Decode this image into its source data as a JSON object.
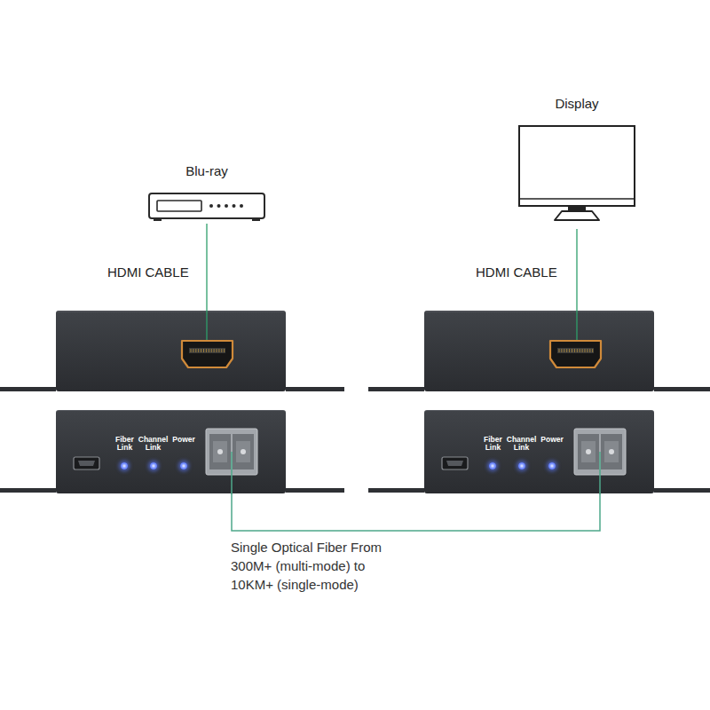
{
  "diagram": {
    "nodes": [
      {
        "text": [
          "Blu-ray"
        ]
      },
      {
        "text": [
          "Display"
        ]
      },
      {
        "text": [
          "Fiber Link",
          "Channel Link",
          "Power"
        ]
      },
      {
        "text": [
          "Fiber Link",
          "Channel Link",
          "Power"
        ]
      }
    ],
    "edges": [
      {
        "from": 2,
        "to": 3,
        "arrow": "none",
        "label": "Single Optical Fiber From 300M+ (multi-mode) to 10KM+ (single-mode)"
      }
    ],
    "labels": [
      "HDMI CABLE",
      "HDMI CABLE"
    ]
  }
}
